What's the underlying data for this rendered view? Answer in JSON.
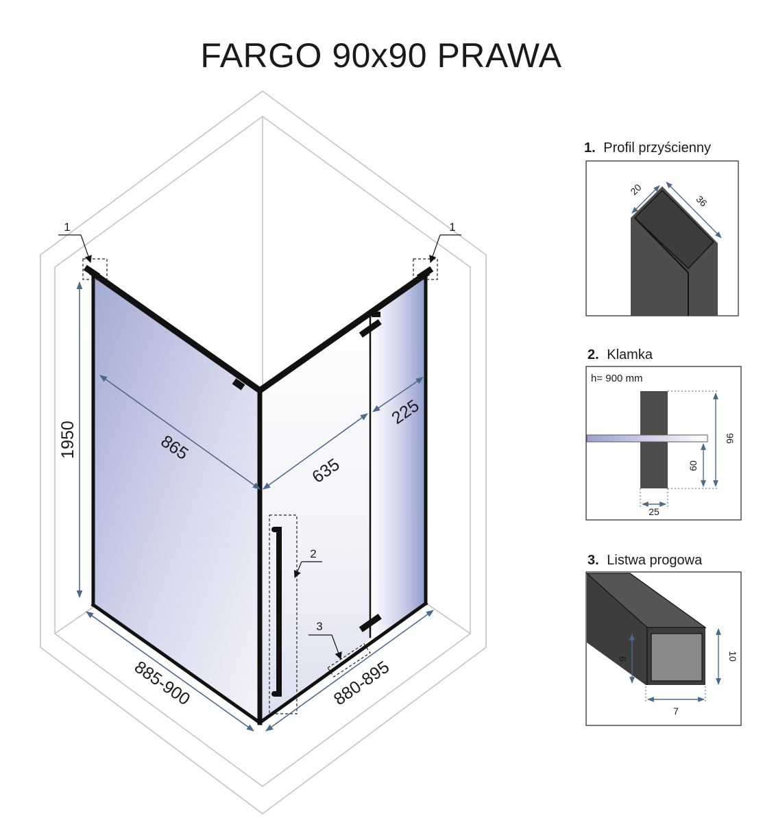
{
  "title": "FARGO 90x90 PRAWA",
  "main_view": {
    "dimensions": {
      "height": "1950",
      "left_width": "865",
      "door_panel": "635",
      "fixed_panel": "225",
      "bottom_left": "885-900",
      "bottom_right": "880-895"
    },
    "callouts": {
      "wall_profile_left": "1",
      "wall_profile_right": "1",
      "handle": "2",
      "threshold": "3"
    }
  },
  "details": [
    {
      "number": "1.",
      "title": "Profil przyścienny",
      "dims": {
        "a": "20",
        "b": "36"
      }
    },
    {
      "number": "2.",
      "title": "Klamka",
      "note": "h= 900 mm",
      "dims": {
        "height": "96",
        "offset": "60",
        "width": "25"
      }
    },
    {
      "number": "3.",
      "title": "Listwa progowa",
      "dims": {
        "inner_h": "9",
        "outer_h": "10",
        "width": "7"
      }
    }
  ],
  "colors": {
    "frame": "#111111",
    "glass_light": "#f4f4fb",
    "glass_dark": "#9aa4cf",
    "dimension": "#4a6a8c",
    "room_lines": "#bfbfbf",
    "profile_fill": "#4d4d4d"
  }
}
